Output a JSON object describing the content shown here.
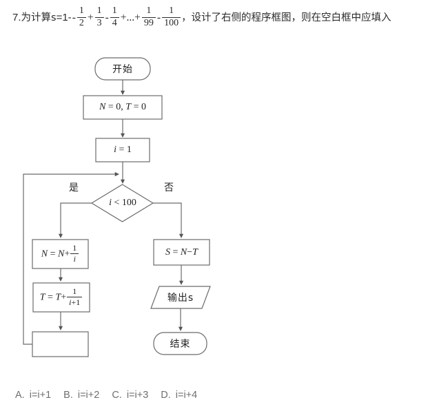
{
  "document": {
    "kind": "math-problem-with-flowchart",
    "language": "zh-CN"
  },
  "stem": {
    "number": "7.",
    "lead": "为计算s",
    "eq": "=1-",
    "terms": [
      {
        "sign": "-",
        "num": "1",
        "den": "2"
      },
      {
        "sign": "+",
        "num": "1",
        "den": "3"
      },
      {
        "sign": "-",
        "num": "1",
        "den": "4"
      },
      {
        "sign": "+...+",
        "num": "1",
        "den": "99"
      },
      {
        "sign": "-",
        "num": "1",
        "den": "100"
      }
    ],
    "tail": "，设计了右侧的程序框图，则在空白框中应填入"
  },
  "flowchart": {
    "nodes": [
      {
        "id": "start",
        "type": "terminator",
        "label": "开始",
        "script": "cn"
      },
      {
        "id": "init",
        "type": "process",
        "label": "N = 0, T = 0",
        "script": "math"
      },
      {
        "id": "seti",
        "type": "process",
        "label": "i = 1",
        "script": "math"
      },
      {
        "id": "cond",
        "type": "decision",
        "label": "i < 100",
        "script": "math"
      },
      {
        "id": "addN",
        "type": "process",
        "label": "N = N + 1/i",
        "script": "math-frac"
      },
      {
        "id": "addT",
        "type": "process",
        "label": "T = T + 1/(i+1)",
        "script": "math-frac"
      },
      {
        "id": "blank",
        "type": "process",
        "label": "",
        "script": "none"
      },
      {
        "id": "calcS",
        "type": "process",
        "label": "S = N−T",
        "script": "math"
      },
      {
        "id": "output",
        "type": "parallelogram",
        "label": "输出s",
        "script": "cn"
      },
      {
        "id": "end",
        "type": "terminator",
        "label": "结束",
        "script": "cn"
      }
    ],
    "branch_labels": {
      "yes": "是",
      "no": "否"
    },
    "style": {
      "stroke": "#6b6b6b",
      "fill": "#ffffff",
      "stroke_width": "1.2"
    }
  },
  "options": [
    {
      "label": "A.",
      "text": "i=i+1"
    },
    {
      "label": "B.",
      "text": "i=i+2"
    },
    {
      "label": "C.",
      "text": "i=i+3"
    },
    {
      "label": "D.",
      "text": "i=i+4"
    }
  ]
}
